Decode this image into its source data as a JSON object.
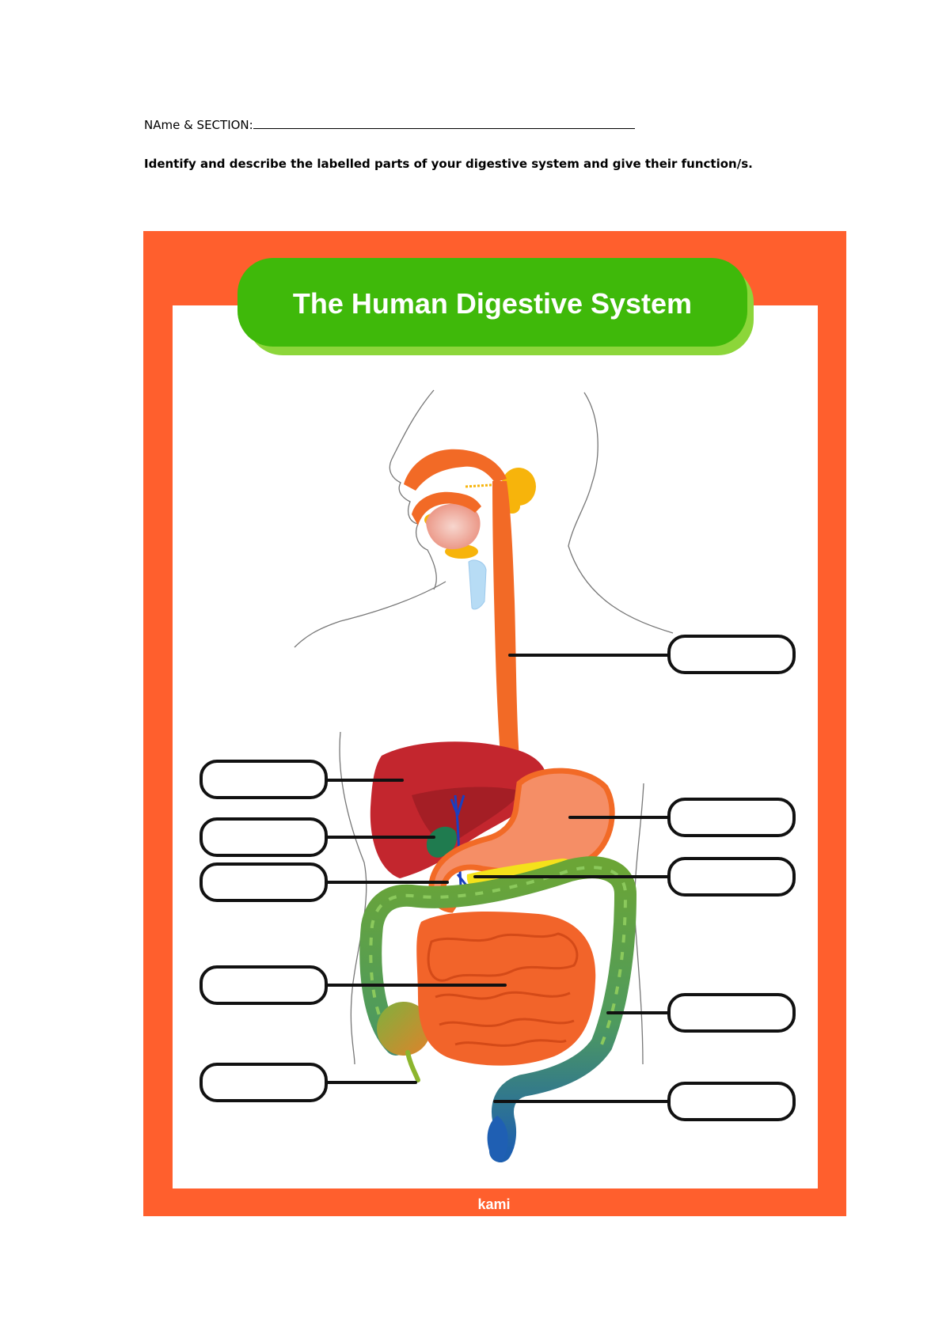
{
  "worksheet": {
    "name_label": "NAme & SECTION:",
    "instruction": "Identify and describe  the labelled parts of your digestive system and give their function/s."
  },
  "poster": {
    "title": "The Human Digestive System",
    "brand": "kami",
    "frame_color": "#FF5F2D",
    "title_color": "#3FB90A",
    "title_shadow_color": "#8CD63A"
  },
  "label_boxes": {
    "left": [
      "",
      "",
      "",
      "",
      ""
    ],
    "right": [
      "",
      "",
      "",
      "",
      ""
    ]
  }
}
